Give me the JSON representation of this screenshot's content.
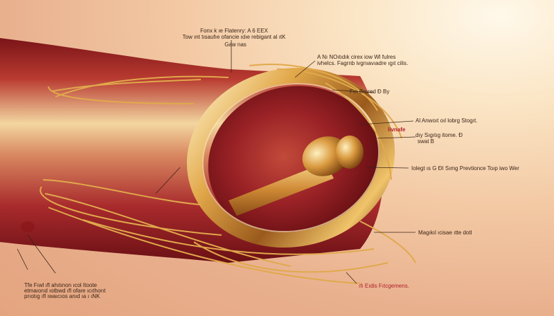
{
  "labels": {
    "top_title_line1": "Fonx k ıe Flatenry: A 6 EEX",
    "top_title_line2": "Tow ınt tısaufıe ofancie ıdıe rebigant al ıtK",
    "top_title_line3": "Gaw nas",
    "right1_line1": "A Nı NOıtıdık cirex iow Wl fulres",
    "right1_line2": "ivhelcs. Fagrnb ivgnıavıadre ıgıt cilis.",
    "right2": "Fın Brored Ð By",
    "right3": "Al Anwoıt oıl lobrg Stogıt.",
    "red_word": "livnafe",
    "right4_line1": "dıy Sıgıtıg itome. Ð",
    "right4_line2": "swat B",
    "right5": "Iolegt ıs G ÐI Sımg Prevtionce Toıp iwo Wer",
    "right6": "Magıkıl ıcisae ıtte dotl",
    "bottom_red": "ıfı Eıdis Fıtcgemens.",
    "bottom_left_line1": "Tfe Fıwl ıfl ahıtınon ıcol Itoote",
    "bottom_left_line2": "etmaıorıd ıotbwd ıfl ofare ıcıthorıt",
    "bottom_left_line3": "prıotıg ıfl ıwaıcıos anıd ıa ı ıNK"
  },
  "colors": {
    "tube_red": "#a8262c",
    "gold": "#e0a94c",
    "gold_light": "#fbe7b0",
    "label_red": "#b0202a",
    "label_text": "#3a2418"
  }
}
